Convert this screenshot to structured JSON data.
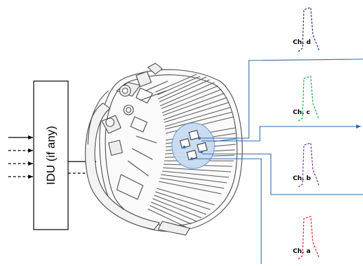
{
  "idu": {
    "label": "IDU (if any)"
  },
  "channels": [
    {
      "id": "d",
      "label": "Ch. d",
      "color": "#1f2f7a"
    },
    {
      "id": "c",
      "label": "Ch. c",
      "color": "#10a838"
    },
    {
      "id": "b",
      "label": "Ch. b",
      "color": "#6a2d9a"
    },
    {
      "id": "a",
      "label": "Ch. a",
      "color": "#e0201c"
    }
  ],
  "colors": {
    "line": "#000000",
    "output_line": "#2e6aa8",
    "device_outline": "#4a4a4a",
    "ellipse_fill": "#c9dcf2",
    "ellipse_stroke": "#6f9fd6"
  }
}
